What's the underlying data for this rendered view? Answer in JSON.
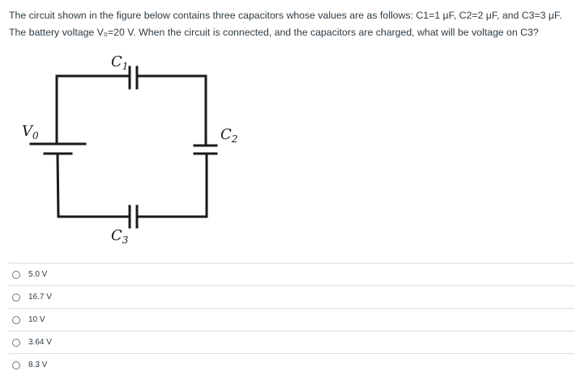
{
  "question": {
    "text": "The circuit shown in the figure below contains three capacitors whose values are as follows: C1=1 μF, C2=2 μF, and C3=3 μF. The battery voltage V₀=20 V. When the circuit is connected, and the capacitors are charged, what will be voltage on C3?"
  },
  "figure": {
    "labels": {
      "battery": "V",
      "battery_sub": "0",
      "c1": "C",
      "c1_sub": "1",
      "c2": "C",
      "c2_sub": "2",
      "c3": "C",
      "c3_sub": "3"
    },
    "wire_color": "#1a1a1a"
  },
  "answers": [
    {
      "label": "5.0 V",
      "selected": false
    },
    {
      "label": "16.7 V",
      "selected": false
    },
    {
      "label": "10 V",
      "selected": false
    },
    {
      "label": "3.64 V",
      "selected": false
    },
    {
      "label": "8.3 V",
      "selected": false
    }
  ]
}
